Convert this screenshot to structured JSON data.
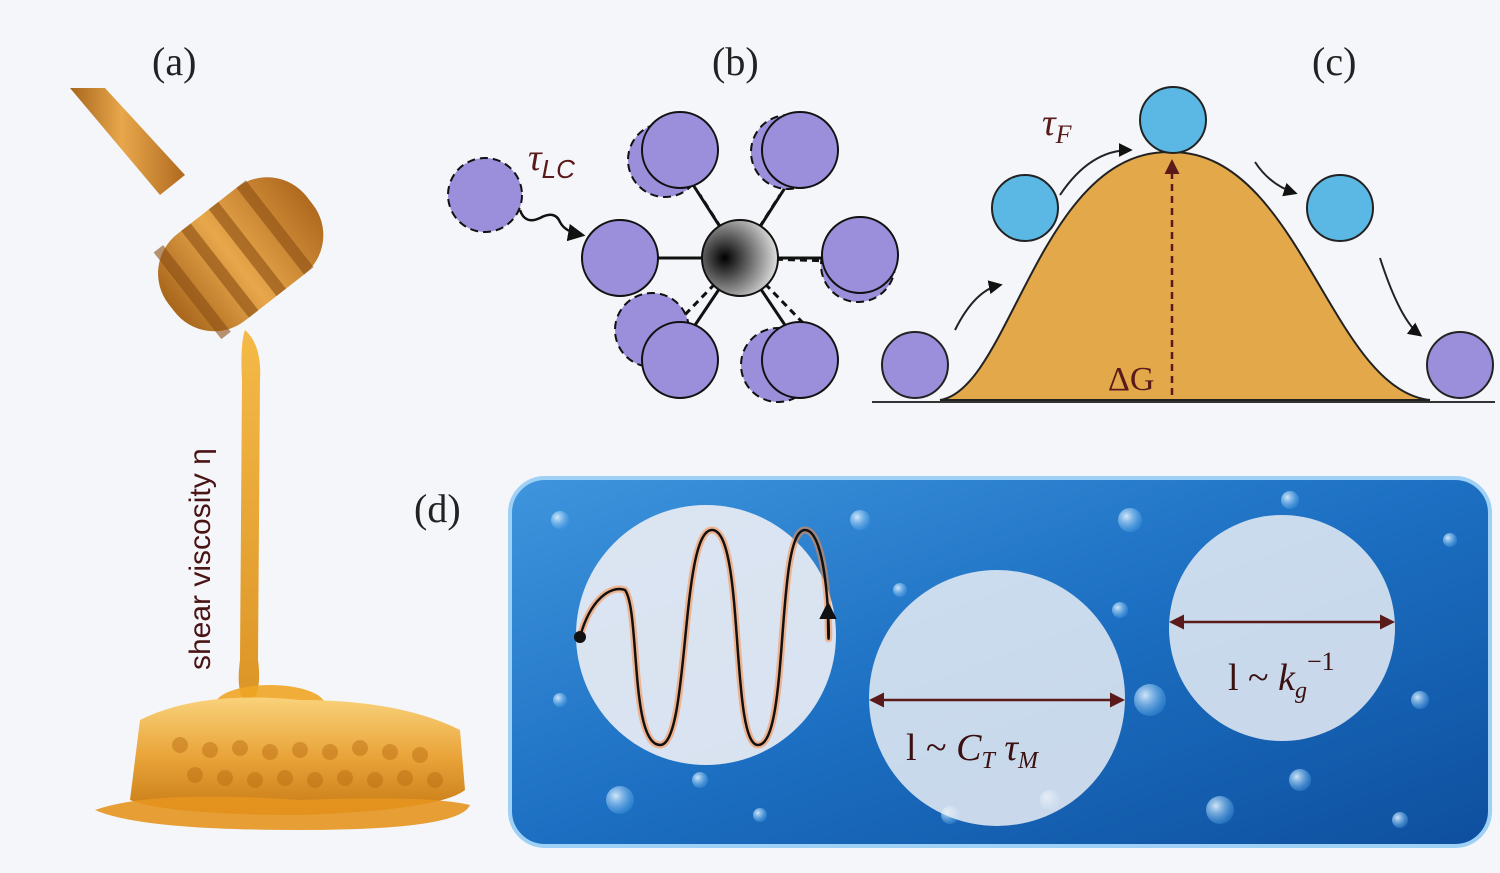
{
  "panels": {
    "a": {
      "label": "(a)",
      "axis_text": "shear viscosity η"
    },
    "b": {
      "label": "(b)",
      "tau": "τ",
      "tau_sub": "LC"
    },
    "c": {
      "label": "(c)",
      "tau": "τ",
      "tau_sub": "F",
      "barrier": "ΔG"
    },
    "d": {
      "label": "(d)",
      "middle_formula": {
        "prefix": "l ~ ",
        "c": "C",
        "c_sub": "T",
        "tau": " τ",
        "tau_sub": "M"
      },
      "right_formula": {
        "prefix": "l ~ ",
        "k": "k",
        "k_sub": "g",
        "exp": "−1"
      }
    }
  },
  "colors": {
    "purple_particle": "#9b8fdb",
    "blue_particle": "#5bb8e4",
    "barrier_fill": "#e3a84a",
    "arrow_dark": "#5a1a1a",
    "water_blue": "#1e76c8"
  }
}
